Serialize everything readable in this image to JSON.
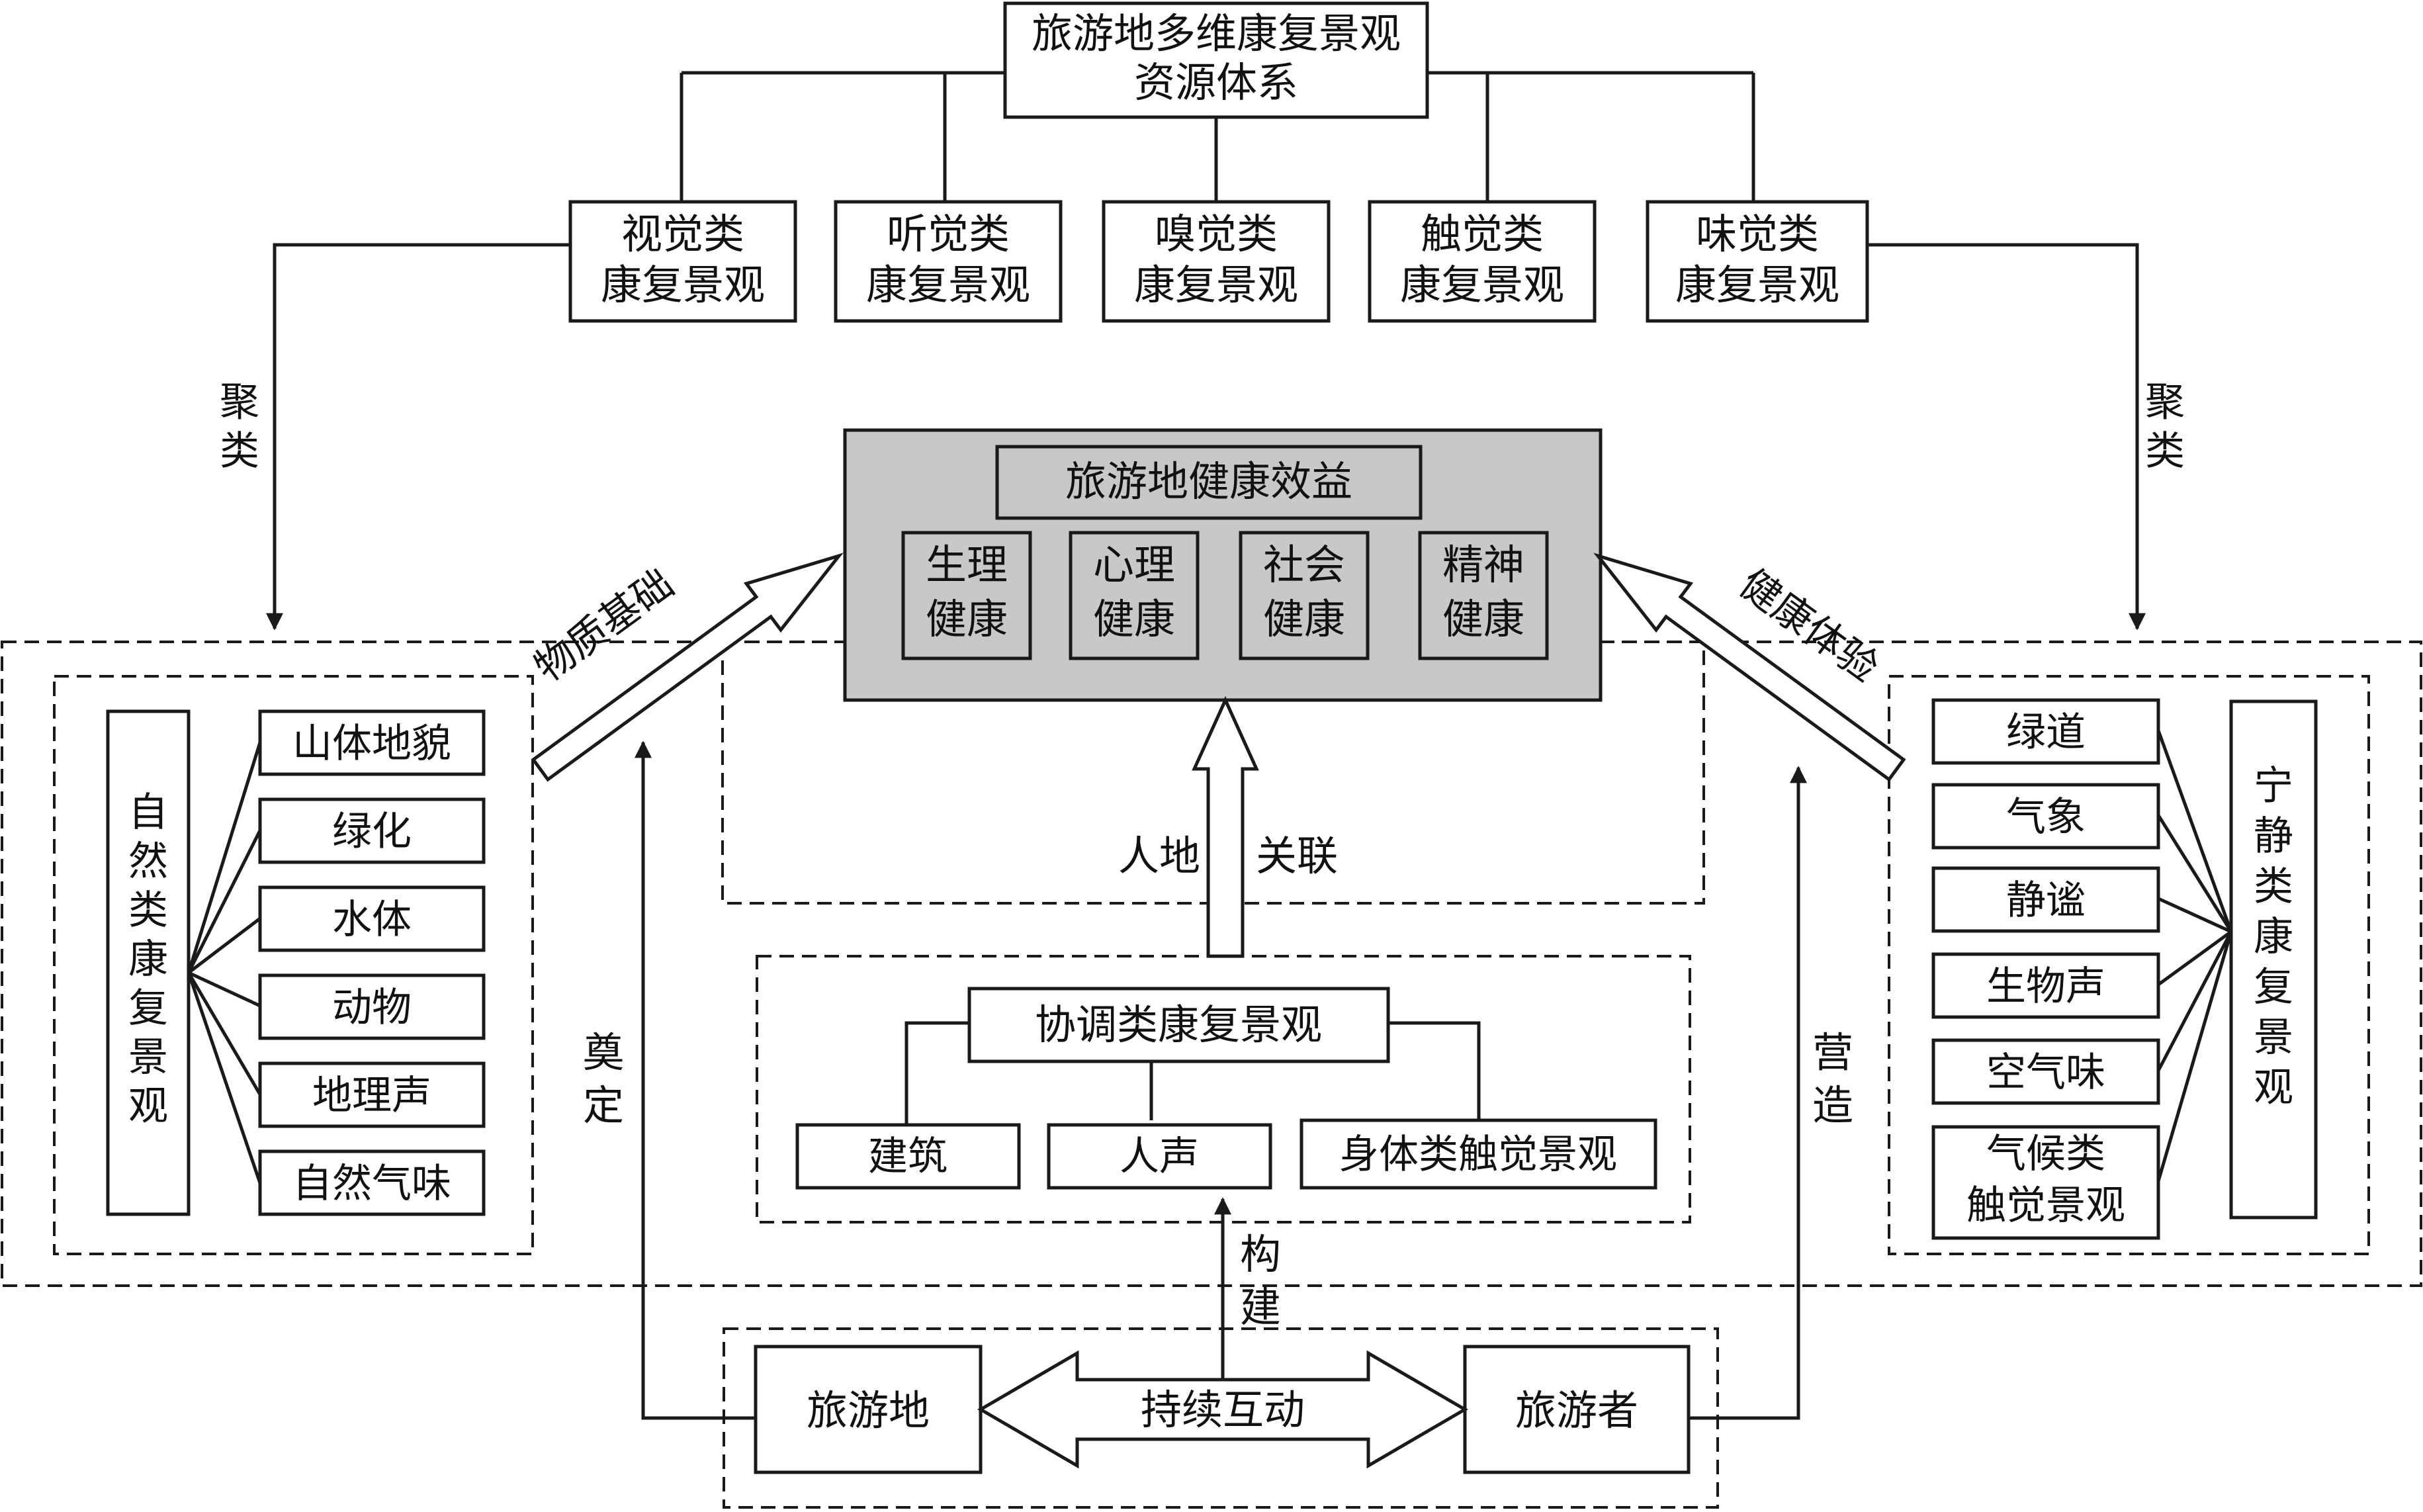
{
  "top": {
    "line1": "旅游地多维康复景观",
    "line2": "资源体系"
  },
  "senses": [
    {
      "line1": "视觉类",
      "line2": "康复景观"
    },
    {
      "line1": "听觉类",
      "line2": "康复景观"
    },
    {
      "line1": "嗅觉类",
      "line2": "康复景观"
    },
    {
      "line1": "触觉类",
      "line2": "康复景观"
    },
    {
      "line1": "味觉类",
      "line2": "康复景观"
    }
  ],
  "cluster_left": [
    "聚",
    "类"
  ],
  "cluster_right": [
    "聚",
    "类"
  ],
  "center": {
    "title": "旅游地健康效益",
    "items": [
      {
        "line1": "生理",
        "line2": "健康"
      },
      {
        "line1": "心理",
        "line2": "健康"
      },
      {
        "line1": "社会",
        "line2": "健康"
      },
      {
        "line1": "精神",
        "line2": "健康"
      }
    ]
  },
  "arrow_left_label": "物质基础",
  "arrow_right_label": "健康体验",
  "link_label_left": "人地",
  "link_label_right": "关联",
  "natural": {
    "title": [
      "自",
      "然",
      "类",
      "康",
      "复",
      "景",
      "观"
    ],
    "items": [
      "山体地貌",
      "绿化",
      "水体",
      "动物",
      "地理声",
      "自然气味"
    ]
  },
  "tranquil": {
    "title": [
      "宁",
      "静",
      "类",
      "康",
      "复",
      "景",
      "观"
    ],
    "items": [
      "绿道",
      "气象",
      "静谧",
      "生物声",
      "空气味"
    ],
    "last_item": {
      "line1": "气候类",
      "line2": "触觉景观"
    }
  },
  "coordination": {
    "title": "协调类康复景观",
    "items": [
      "建筑",
      "人声",
      "身体类触觉景观"
    ]
  },
  "lay_label": [
    "奠",
    "定"
  ],
  "create_label": [
    "营",
    "造"
  ],
  "build_label": [
    "构",
    "建"
  ],
  "bottom": {
    "left": "旅游地",
    "right": "旅游者",
    "interaction": "持续互动"
  },
  "colors": {
    "stroke": "#1a1a1a",
    "center_fill": "#c8c8c8",
    "background": "#ffffff"
  }
}
